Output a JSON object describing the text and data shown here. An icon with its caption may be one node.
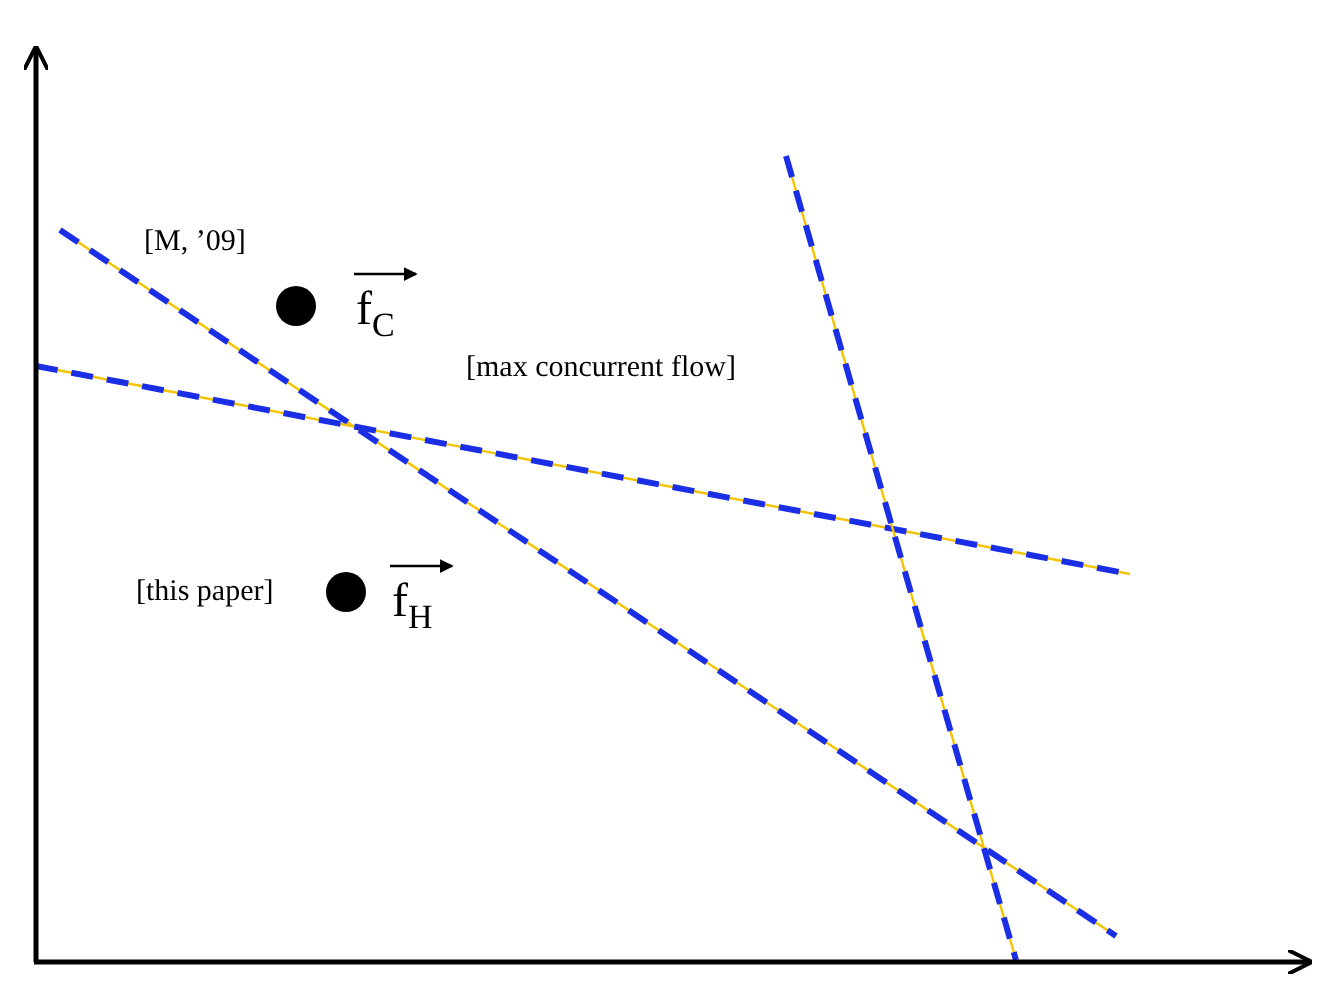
{
  "diagram": {
    "labels": [
      "[M, ’09]",
      "f$_{C}$",
      "[max concurrent flow]",
      "[this paper]",
      "f$_{H}$"
    ]
  }
}
